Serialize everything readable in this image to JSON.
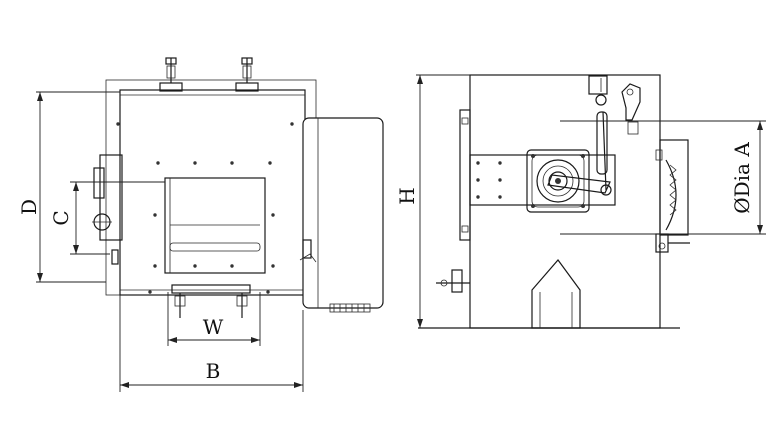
{
  "dimension_labels": {
    "D": "D",
    "C": "C",
    "W": "W",
    "B": "B",
    "H": "H",
    "dia_a": "ØDia A"
  }
}
